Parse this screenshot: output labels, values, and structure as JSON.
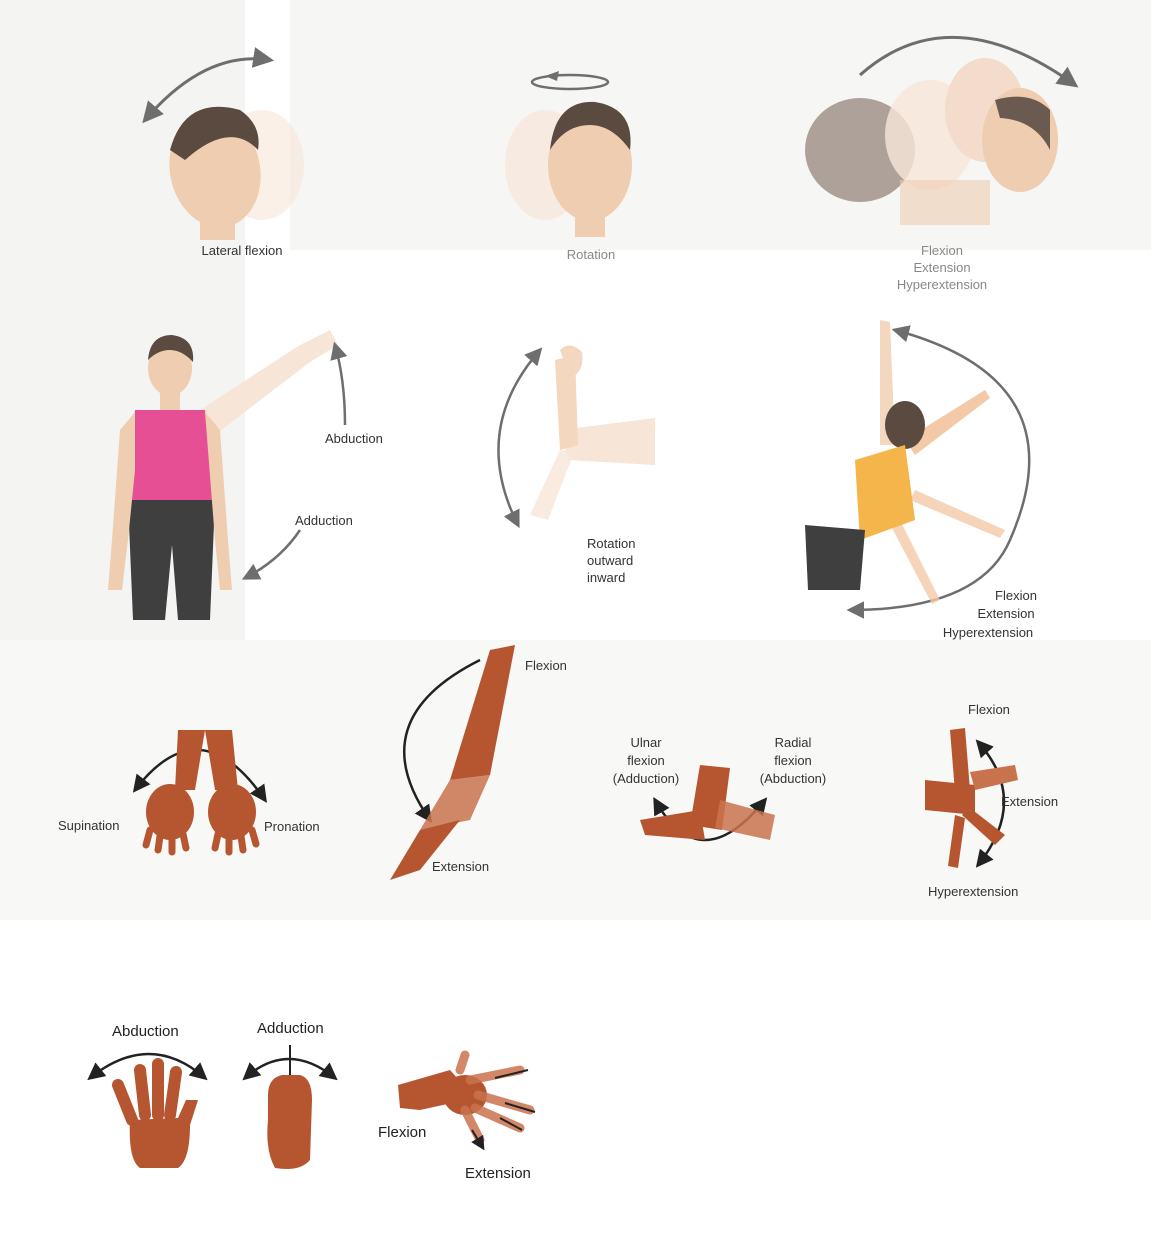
{
  "colors": {
    "skin_light": "#f3d7bf",
    "skin_face": "#efcdb0",
    "hair": "#5a4a40",
    "hand_skin": "#b65630",
    "hand_skin_dark": "#8a3a1c",
    "tank_pink": "#e64f93",
    "tank_orange": "#f4b54a",
    "pants": "#3f3f3f",
    "arrow": "#6e6e6e",
    "arrow_dark": "#222222"
  },
  "labels": {
    "lateral_flexion": "Lateral flexion",
    "rotation": "Rotation",
    "neck_flexion": "Flexion",
    "neck_extension": "Extension",
    "neck_hyperextension": "Hyperextension",
    "shoulder_abduction": "Abduction",
    "shoulder_adduction": "Adduction",
    "rot_title": "Rotation",
    "rot_outward": "outward",
    "rot_inward": "inward",
    "arm_flexion": "Flexion",
    "arm_extension": "Extension",
    "arm_hyperextension": "Hyperextension",
    "supination": "Supination",
    "pronation": "Pronation",
    "elbow_flexion": "Flexion",
    "elbow_extension": "Extension",
    "ulnar_1": "Ulnar",
    "ulnar_2": "flexion",
    "ulnar_3": "(Adduction)",
    "radial_1": "Radial",
    "radial_2": "flexion",
    "radial_3": "(Abduction)",
    "wrist_flexion": "Flexion",
    "wrist_extension": "Extension",
    "wrist_hyperextension": "Hyperextension",
    "finger_abduction": "Abduction",
    "finger_adduction": "Adduction",
    "fist_flexion": "Flexion",
    "fist_extension": "Extension"
  }
}
